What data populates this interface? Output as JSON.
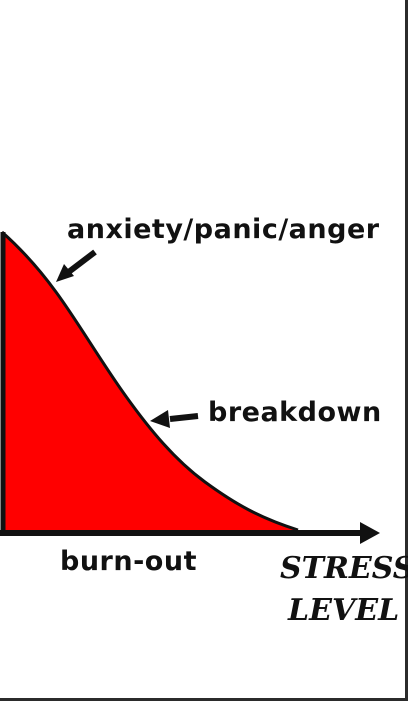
{
  "diagram": {
    "annotations": {
      "top_label": "anxiety/panic/anger",
      "middle_label": "breakdown",
      "bottom_label": "burn-out"
    },
    "axis": {
      "x_label_line1": "STRESS",
      "x_label_line2": "LEVEL"
    },
    "colors": {
      "fill": "#ff0000",
      "stroke": "#111111",
      "frame": "#2b2b2b"
    }
  }
}
